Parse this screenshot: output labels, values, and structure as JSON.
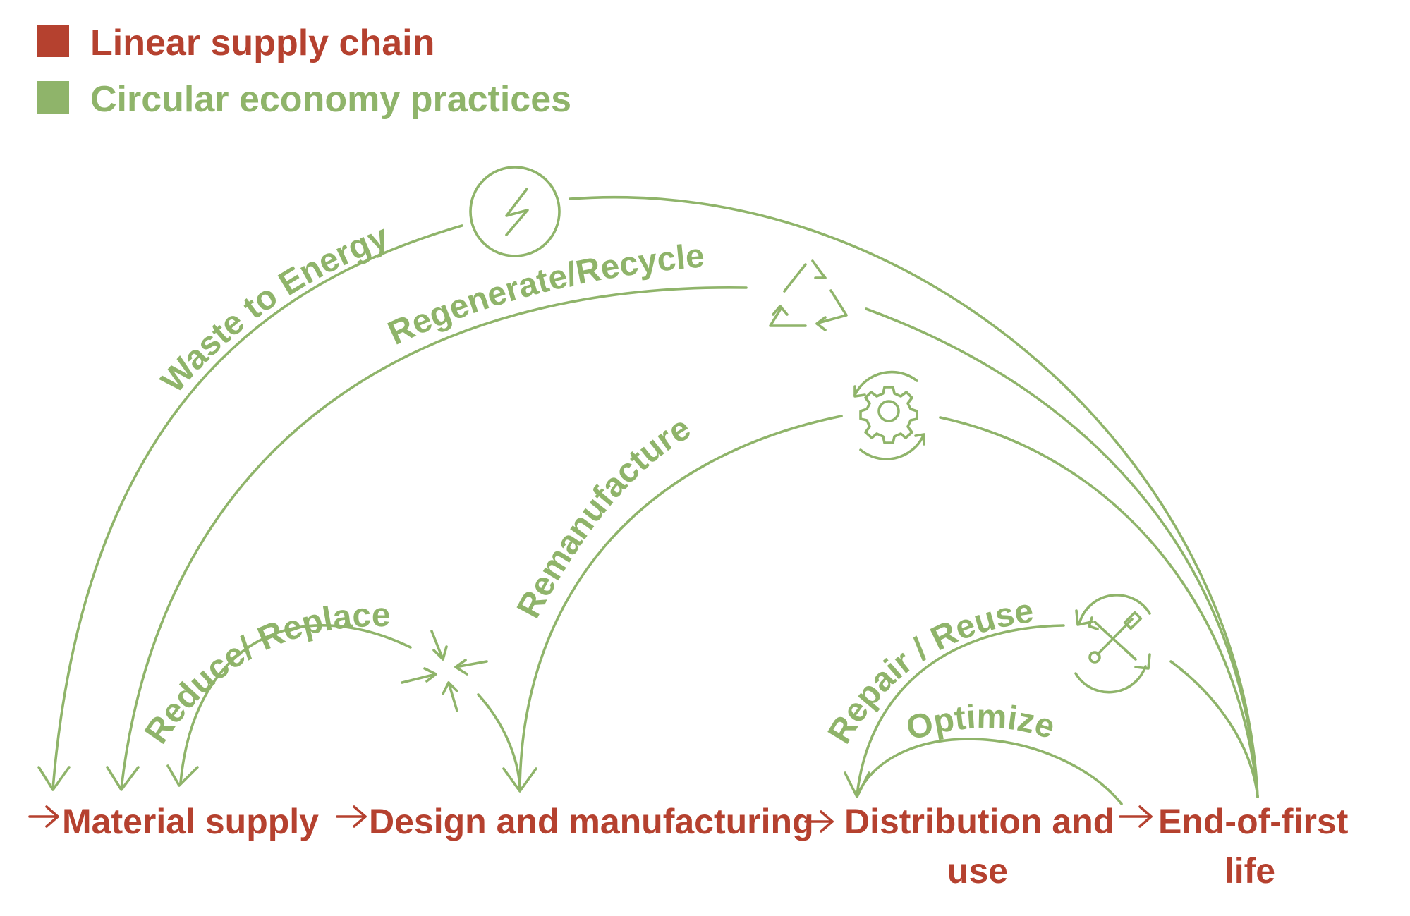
{
  "legend": {
    "linear": {
      "label": "Linear supply chain",
      "color": "#b5412f"
    },
    "circular": {
      "label": "Circular economy practices",
      "color": "#8fb46a"
    }
  },
  "stages": {
    "material_supply": "Material supply",
    "design_manufacturing": "Design and manufacturing",
    "distribution_line1": "Distribution and",
    "distribution_line2": "use",
    "end_line1": "End-of-first",
    "end_line2": "life"
  },
  "practices": {
    "waste_to_energy": "Waste to Energy",
    "regenerate_recycle": "Regenerate/Recycle",
    "remanufacture": "Remanufacture",
    "reduce_replace": "Reduce/ Replace",
    "repair_reuse": "Repair / Reuse",
    "optimize": "Optimize"
  },
  "icons": {
    "energy": "lightning-bolt-icon",
    "recycle": "recycle-triangle-icon",
    "remanufacture": "gear-cycle-icon",
    "reduce": "converging-arrows-icon",
    "repair": "wrench-screwdriver-cycle-icon"
  }
}
